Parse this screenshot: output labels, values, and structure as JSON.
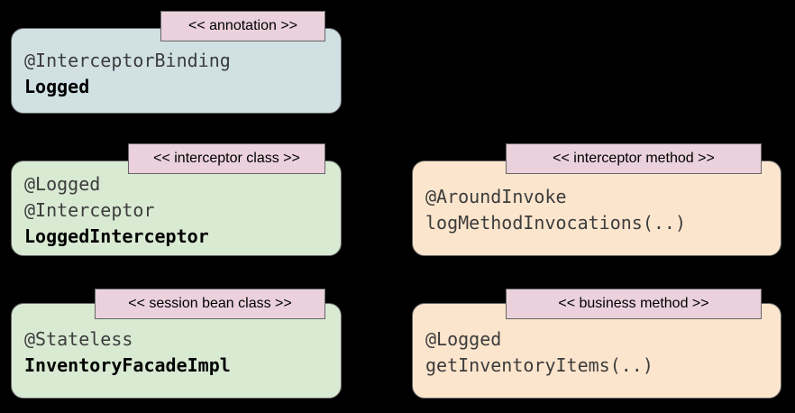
{
  "annotation_box": {
    "stereotype": "<< annotation >>",
    "lines": [
      "@InterceptorBinding",
      "Logged"
    ]
  },
  "interceptor_class_box": {
    "stereotype": "<< interceptor class >>",
    "lines": [
      "@Logged",
      "@Interceptor",
      "LoggedInterceptor"
    ]
  },
  "interceptor_method_box": {
    "stereotype": "<< interceptor method >>",
    "lines": [
      "@AroundInvoke",
      "logMethodInvocations(..)"
    ]
  },
  "session_bean_box": {
    "stereotype": "<< session bean class >>",
    "lines": [
      "@Stateless",
      "InventoryFacadeImpl"
    ]
  },
  "business_method_box": {
    "stereotype": "<< business method >>",
    "lines": [
      "@Logged",
      "getInventoryItems(..)"
    ]
  },
  "colors": {
    "background": "#000000",
    "annotation_fill": "#d0e0e3",
    "class_fill": "#d9ead3",
    "method_fill": "#fce5cd",
    "stereotype_fill": "#ead1dc"
  }
}
